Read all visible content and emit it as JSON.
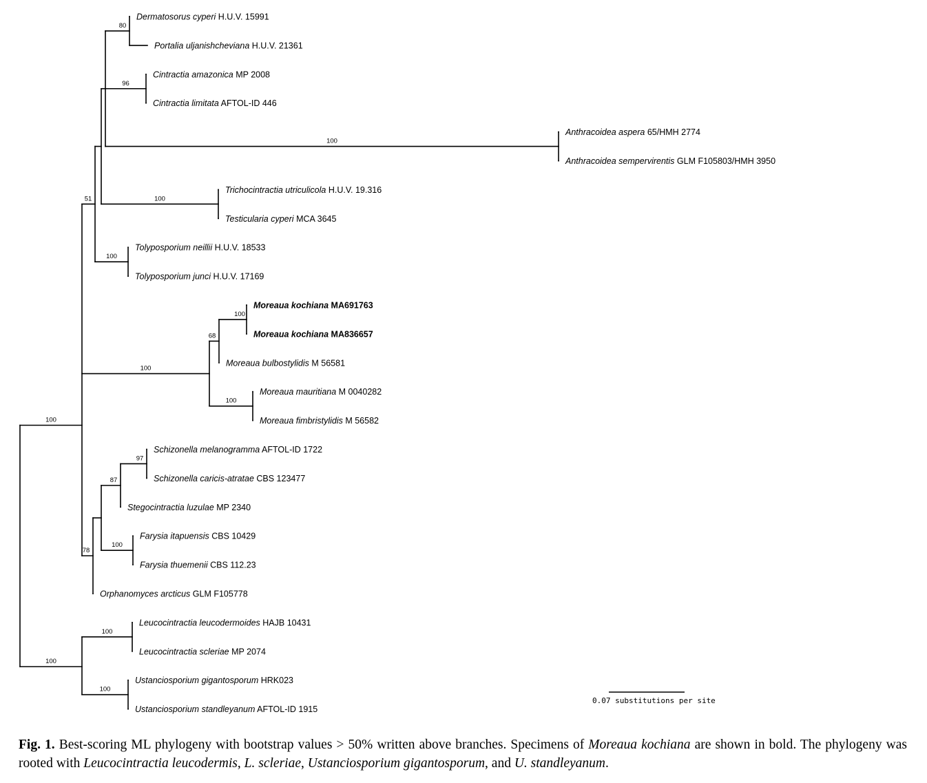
{
  "tree": {
    "taxa": [
      {
        "species": "Dermatosorus cyperi",
        "voucher": "H.U.V. 15991",
        "bold": false
      },
      {
        "species": "Portalia uljanishcheviana",
        "voucher": "H.U.V. 21361",
        "bold": false
      },
      {
        "species": "Cintractia amazonica",
        "voucher": "MP 2008",
        "bold": false
      },
      {
        "species": "Cintractia limitata",
        "voucher": "AFTOL-ID 446",
        "bold": false
      },
      {
        "species": "Anthracoidea aspera",
        "voucher": "65/HMH 2774",
        "bold": false
      },
      {
        "species": "Anthracoidea sempervirentis",
        "voucher": "GLM F105803/HMH 3950",
        "bold": false
      },
      {
        "species": "Trichocintractia utriculicola",
        "voucher": "H.U.V. 19.316",
        "bold": false
      },
      {
        "species": "Testicularia cyperi",
        "voucher": "MCA 3645",
        "bold": false
      },
      {
        "species": "Tolyposporium neillii",
        "voucher": "H.U.V. 18533",
        "bold": false
      },
      {
        "species": "Tolyposporium junci",
        "voucher": "H.U.V. 17169",
        "bold": false
      },
      {
        "species": "Moreaua kochiana",
        "voucher": "MA691763",
        "bold": true
      },
      {
        "species": "Moreaua kochiana",
        "voucher": "MA836657",
        "bold": true
      },
      {
        "species": "Moreaua bulbostylidis",
        "voucher": "M 56581",
        "bold": false
      },
      {
        "species": "Moreaua mauritiana",
        "voucher": "M 0040282",
        "bold": false
      },
      {
        "species": "Moreaua fimbristylidis",
        "voucher": "M 56582",
        "bold": false
      },
      {
        "species": "Schizonella melanogramma",
        "voucher": "AFTOL-ID 1722",
        "bold": false
      },
      {
        "species": "Schizonella caricis-atratae",
        "voucher": "CBS 123477",
        "bold": false
      },
      {
        "species": "Stegocintractia luzulae",
        "voucher": "MP 2340",
        "bold": false
      },
      {
        "species": "Farysia itapuensis",
        "voucher": "CBS 10429",
        "bold": false
      },
      {
        "species": "Farysia thuemenii",
        "voucher": "CBS 112.23",
        "bold": false
      },
      {
        "species": "Orphanomyces arcticus",
        "voucher": "GLM F105778",
        "bold": false
      },
      {
        "species": "Leucocintractia leucodermoides",
        "voucher": "HAJB 10431",
        "bold": false
      },
      {
        "species": "Leucocintractia scleriae",
        "voucher": "MP 2074",
        "bold": false
      },
      {
        "species": "Ustanciosporium gigantosporum",
        "voucher": "HRK023",
        "bold": false
      },
      {
        "species": "Ustanciosporium standleyanum",
        "voucher": "AFTOL-ID 1915",
        "bold": false
      }
    ],
    "bootstrap": [
      {
        "node": "dermatosorus-portalia",
        "value": "80"
      },
      {
        "node": "cintractia",
        "value": "96"
      },
      {
        "node": "anthracoidea",
        "value": "100"
      },
      {
        "node": "trichocintractia-testicularia",
        "value": "100"
      },
      {
        "node": "upper-clade",
        "value": "51"
      },
      {
        "node": "tolyposporium",
        "value": "100"
      },
      {
        "node": "moreaua-kochiana",
        "value": "100"
      },
      {
        "node": "moreaua-kochiana-bulbostylidis",
        "value": "68"
      },
      {
        "node": "moreaua",
        "value": "100"
      },
      {
        "node": "moreaua-mauritiana-fimbristylidis",
        "value": "100"
      },
      {
        "node": "ingroup",
        "value": "100"
      },
      {
        "node": "schizonella",
        "value": "97"
      },
      {
        "node": "schizonella-stegocintractia",
        "value": "87"
      },
      {
        "node": "farysia",
        "value": "100"
      },
      {
        "node": "lower-clade",
        "value": "78"
      },
      {
        "node": "leucocintractia",
        "value": "100"
      },
      {
        "node": "outgroup",
        "value": "100"
      },
      {
        "node": "ustanciosporium",
        "value": "100"
      }
    ],
    "scale_bar": {
      "value": 0.07,
      "label": "0.07 substitutions per site"
    }
  },
  "caption": {
    "label": "Fig. 1.",
    "text_1": " Best-scoring ML phylogeny with bootstrap values > 50% written above branches. Specimens of ",
    "italic_1": "Moreaua kochiana",
    "text_2": " are shown in bold. The phylogeny was rooted with ",
    "italic_2": "Leucocintractia leucodermis",
    "text_3": ", ",
    "italic_3": "L. scleriae",
    "text_4": ", ",
    "italic_4": "Ustanciosporium gigantosporum",
    "text_5": ", and ",
    "italic_5": "U. standleyanum",
    "text_6": "."
  }
}
